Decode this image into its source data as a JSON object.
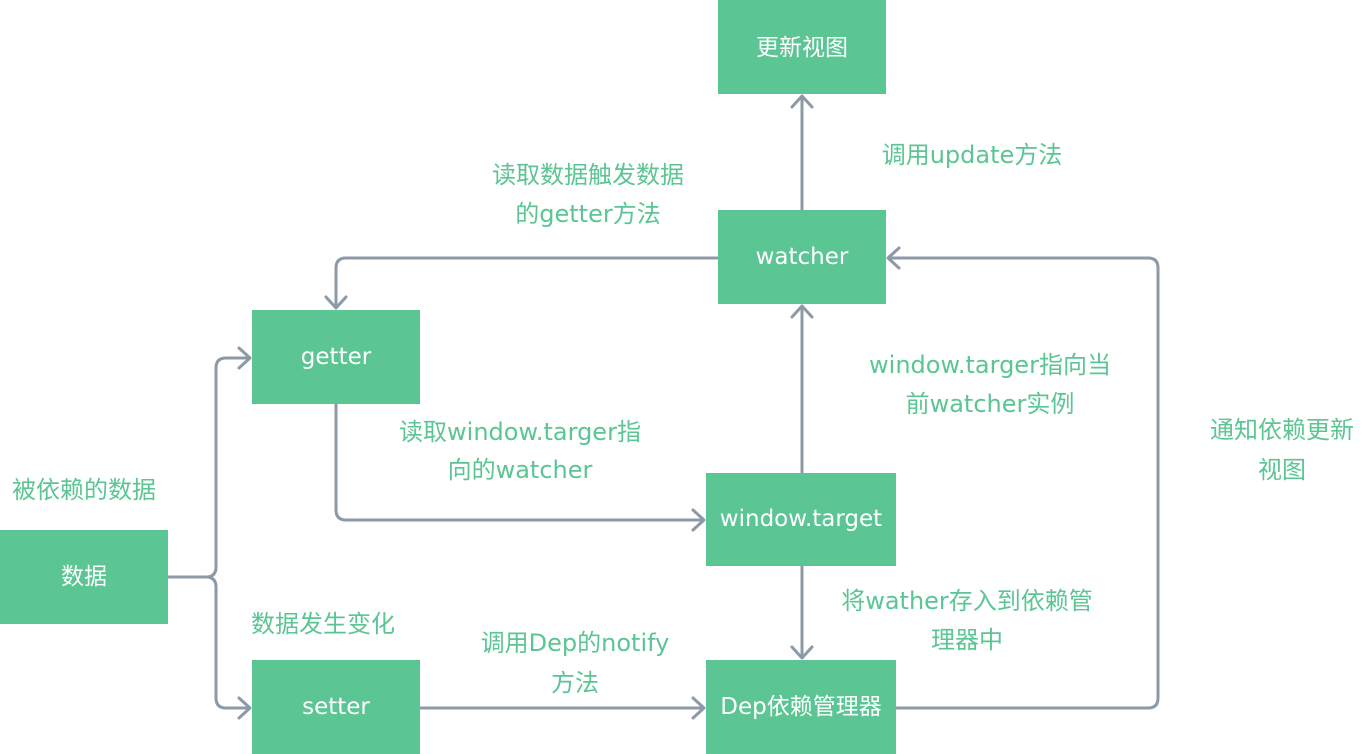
{
  "colors": {
    "node_fill": "#5bc593",
    "node_text": "#ffffff",
    "label_text": "#5bc593",
    "edge": "#8c99a6",
    "background": "#ffffff"
  },
  "nodes": {
    "update_view": "更新视图",
    "watcher": "watcher",
    "getter": "getter",
    "window_target": "window.target",
    "data": "数据",
    "setter": "setter",
    "dep": "Dep依赖管理器"
  },
  "labels": {
    "call_update": [
      "调用update方法"
    ],
    "read_trigger_getter": [
      "读取数据触发数据",
      "的getter方法"
    ],
    "window_points_watcher": [
      "window.targer指向当",
      "前watcher实例"
    ],
    "read_window_target": [
      "读取window.targer指",
      "向的watcher"
    ],
    "notify_update": [
      "通知依赖更新",
      "视图"
    ],
    "depended_data": [
      "被依赖的数据"
    ],
    "data_change": [
      "数据发生变化"
    ],
    "store_watcher": [
      "将wather存入到依赖管",
      "理器中"
    ],
    "call_dep_notify": [
      "调用Dep的notify",
      "方法"
    ]
  }
}
